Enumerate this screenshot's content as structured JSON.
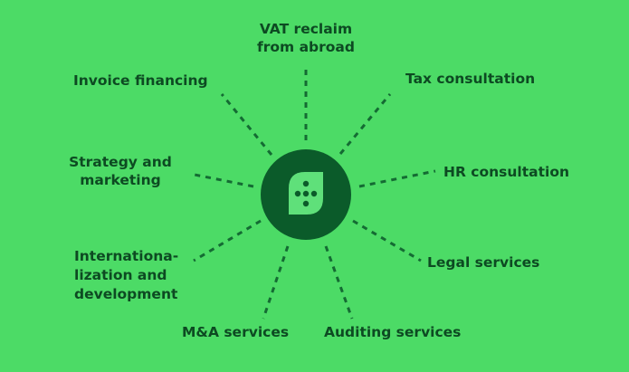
{
  "colors": {
    "background": "#4cdb66",
    "line": "#146b33",
    "text": "#0d4a22",
    "hub_outer": "#0b5b2a",
    "hub_leaf": "#5fe07a"
  },
  "hub": {
    "icon": "leaf-dots-logo-icon"
  },
  "services": [
    {
      "id": "vat",
      "lines": [
        "VAT reclaim",
        "from abroad"
      ]
    },
    {
      "id": "tax",
      "lines": [
        "Tax consultation"
      ]
    },
    {
      "id": "hr",
      "lines": [
        "HR consultation"
      ]
    },
    {
      "id": "legal",
      "lines": [
        "Legal services"
      ]
    },
    {
      "id": "auditing",
      "lines": [
        "Auditing services"
      ]
    },
    {
      "id": "mna",
      "lines": [
        "M&A services"
      ]
    },
    {
      "id": "intl",
      "lines": [
        "Internationa-",
        "lization and",
        "development"
      ]
    },
    {
      "id": "strategy",
      "lines": [
        "Strategy and",
        "marketing"
      ]
    },
    {
      "id": "invoice",
      "lines": [
        "Invoice financing"
      ]
    }
  ]
}
